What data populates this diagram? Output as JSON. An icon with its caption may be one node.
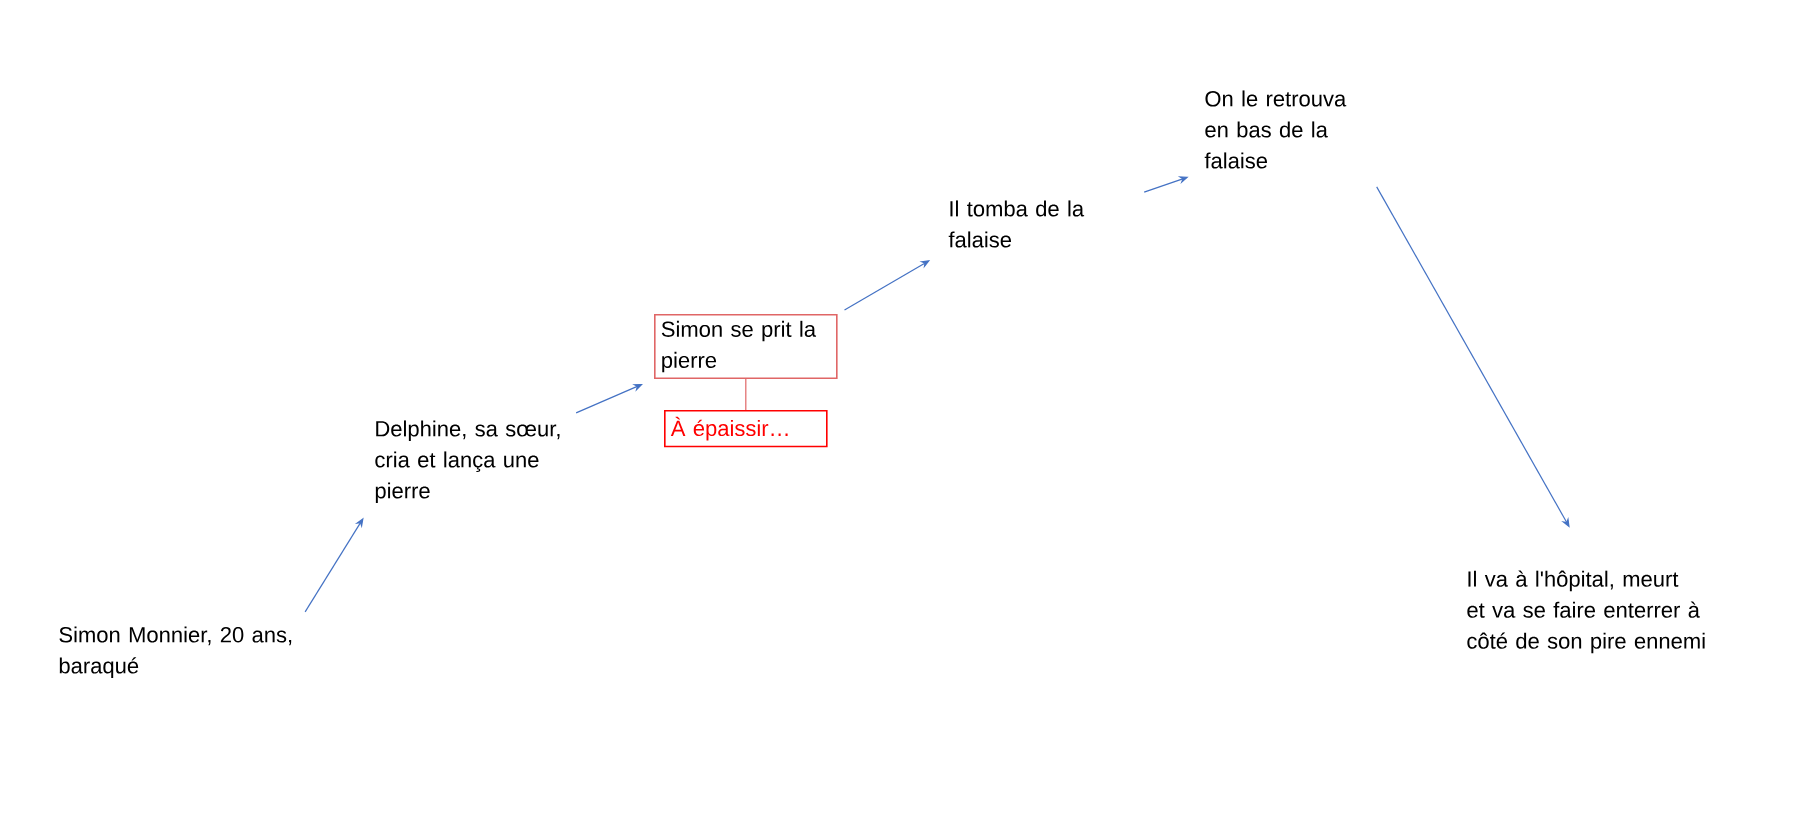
{
  "diagram": {
    "nodes": [
      {
        "text": [
          "Simon Monnier, 20 ans, baraqué"
        ]
      },
      {
        "text": [
          "Delphine, sa sœur, cria et lança une pierre"
        ]
      },
      {
        "text": [
          "Simon se prit la pierre"
        ]
      },
      {
        "text": [
          "À épaissir…"
        ]
      },
      {
        "text": [
          "Il tomba de la falaise"
        ]
      },
      {
        "text": [
          "On le retrouva en bas de la falaise"
        ]
      },
      {
        "text": [
          "Il va à l'hôpital, meurt et va se faire enterrer à côté de son pire ennemi"
        ]
      }
    ],
    "edges": [
      {
        "from": 0,
        "to": 1,
        "arrow": "to"
      },
      {
        "from": 1,
        "to": 2,
        "arrow": "to"
      },
      {
        "from": 2,
        "to": 4,
        "arrow": "to"
      },
      {
        "from": 4,
        "to": 5,
        "arrow": "to"
      },
      {
        "from": 5,
        "to": 6,
        "arrow": "to"
      },
      {
        "from": 2,
        "to": 3,
        "arrow": "none",
        "color": "#e06666"
      }
    ]
  }
}
